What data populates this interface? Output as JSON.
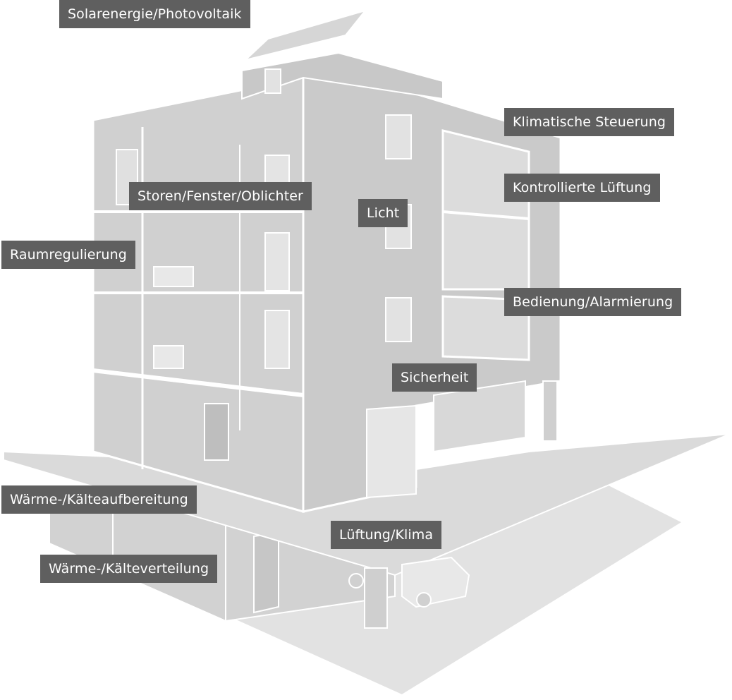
{
  "diagram": {
    "labels": {
      "solar": "Solarenergie/Photovoltaik",
      "climate_control": "Klimatische Steuerung",
      "controlled_ventilation": "Kontrollierte Lüftung",
      "blinds": "Storen/Fenster/Oblichter",
      "light": "Licht",
      "room_regulation": "Raumregulierung",
      "operation_alarm": "Bedienung/Alarmierung",
      "security": "Sicherheit",
      "heat_cold_prep": "Wärme-/Kälteaufbereitung",
      "ventilation_climate": "Lüftung/Klima",
      "heat_cold_distribution": "Wärme-/Kälteverteilung"
    },
    "colors": {
      "label_bg": "#5f5f5f",
      "label_text": "#ffffff",
      "building_fill": "#d5d5d5",
      "building_dark": "#bdbdbd",
      "ground": "#dedede",
      "outline": "#ffffff"
    }
  }
}
